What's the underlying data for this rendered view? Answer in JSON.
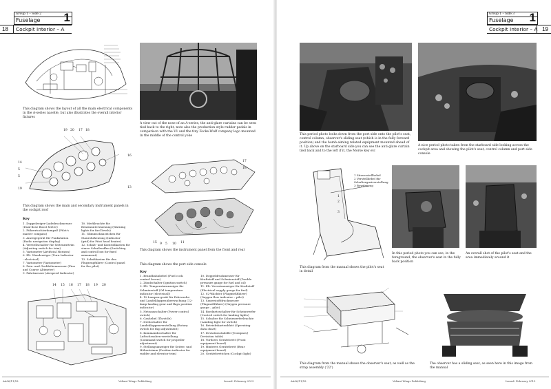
{
  "left": {
    "header": {
      "group": "Group 1 – Side 2",
      "section": "Fuselage",
      "number": "1"
    },
    "page_number": "18",
    "subtitle": "Cockpit Interior – A",
    "captions": {
      "electrical": "This diagram shows the layout of all the main electrical components in the A-series nacelle, but also illustrates the overall interior fixtures",
      "nose_view": "A view out of the nose of an A-series, the anti-glare curtains can be seen tied back to the right, note also the production style rudder pedals in comparison with the V1 and the tiny Focke-Wulf company logo mounted in the middle of the control yoke",
      "instrument_roof": "This diagram shows the main and secondary instrument panels in the cockpit roof",
      "instrument_front": "This diagram shows the instrument panel from the front and rear",
      "port_console": "This diagram shows the port side console"
    },
    "key1": {
      "title": "Key",
      "col1": [
        "1. Doppelzeiger-Ladedruckmesser",
        "   (Dual-dose Boost Meter)",
        "2. Führertochterkompaß (Pilot's",
        "   master compass)",
        "3. Anzeigegerät für Funkstation",
        "   (Radio navigation display)",
        "4. Verstellschalter für Seitenruttrim",
        "   (Adjusting switch for trim)",
        "5. Variometer (Artificial Horizon)",
        "6. Elt. Wendezeiger (Turn Indicator",
        "   - electrical)",
        "7. Variometer (Variometer)",
        "8. Fein- und Grobhöhenmesser (Fine",
        "   and Coarse Altimeter)",
        "9. Fahrtmesser (Airspeed Indicator)"
      ],
      "col2": [
        "10. Merkleuchte für",
        "    Benzinunterwarnung (Warning",
        "    lights for fuel levels)",
        "11. Glimmschauzeichen für",
        "    Staurohrheizung (Indicator",
        "    (grid) for Pitot head heater)",
        "12. Schalt- und Kontrollkasten für",
        "    starre Schußwaffen (Switching",
        "    and control box for fixed",
        "    armament)",
        "13. Schaltkasten für den",
        "    Flugzeugführer (Control panel",
        "    for the pilot)"
      ]
    },
    "key2": {
      "title": "Key",
      "col1": [
        "1. Brandhahnhebel (Fuel cock",
        "   control levers)",
        "2. Zündschalter (Ignition switch)",
        "3. Elt. Temperaturanzeiger für",
        "   Schmierstoff (Oil temperature",
        "   indicator (electrical))",
        "4. 12-Lampen-gerät für Fahrwerks-",
        "   und Landeklappenüberwachung (12-",
        "   lamp landing gear and flaps position",
        "   indicator)",
        "5. Netzausschalter (Power control",
        "   switch)",
        "6. Gashebel (Throttle)",
        "7. Drehschalter für",
        "   Landeklappenverstellung (Rotary",
        "   switch for flap adjustment)",
        "8. Kommandoschalter für",
        "   Luftschrauben-verstellung",
        "   (Command switch for propeller",
        "   adjustment)",
        "9. Stellungsanzeiger für Seiten- und",
        "   Höhentrimm (Position indicator for",
        "   rudder and elevator trim)"
      ],
      "col2": [
        "10. Doppeldruckmesser für",
        "    Kraftstoff und Schmierstoff (Double",
        "    pressure gauge for fuel and oil)",
        "11. Elt. Vorratsanzeiger für Kraftstoff",
        "    (Electrical supply gauge for fuel)",
        "12. 02-Wächter (Flugmeßführer)",
        "    (Oxygen flow indicator – pilot)",
        "13. Sauerstoffdruckmesser",
        "    (Flugmeßführer) (Oxygen pressure",
        "    gauge – pilot)",
        "14. Bordnetzschalter für Scheinwerfer",
        "    (Control switch for landing lights)",
        "15. Schalter für Scheinwerferleuchte",
        "    (Landing light for switch)",
        "16. Betriebskartenblatt (Operating",
        "    data chart)",
        "17. Deviationstabelle ([Compass]",
        "    Deviation table)",
        "18. Vordows Gerätebrett (Front",
        "    equipment board)",
        "19. Hinteres Gerätebrett (Rear",
        "    equipment board)",
        "20. Gerätebrettchen (Cockpit light)"
      ]
    },
    "callouts": {
      "panel_top": [
        "19",
        "20",
        "17",
        "18",
        "16"
      ],
      "panel_side": [
        "14",
        "5",
        "5",
        "19",
        "13"
      ],
      "front_nums": [
        "15",
        "9",
        "5",
        "10",
        "11",
        "17",
        "18"
      ],
      "console_nums": [
        "14",
        "15",
        "16",
        "17",
        "18",
        "19",
        "20"
      ]
    },
    "footer": {
      "left": "AA06/11/18",
      "center": "Valiant Wings Publishing",
      "right": "Issued: February 2013"
    }
  },
  "right": {
    "header": {
      "group": "Group 1 – Side 3",
      "section": "Fuselage",
      "number": "1"
    },
    "page_number": "19",
    "subtitle": "Cockpit Interior – A",
    "captions": {
      "period_port": "This period photo looks down from the port side onto the pilot's seat, control column, observer's sliding seat (which is in the fully forward position) and the bomb-aiming related equipment mounted ahead of it. Up above on the starboard side you can see the anti-glare curtain tied back and to the left if it, the Morse key etc",
      "period_starboard": "A nice period photo taken from the starboard side looking across the cockpit area and showing the pilot's seat, control column and port side console",
      "pilot_seat": "This diagram from the manual shows the pilot's seat in detail",
      "observer_fold": "In this period photo you can see, in the foreground, the observer's seat in the fully back position",
      "pilot_seat_shot": "An overall shot of the pilot's seat and the area immediately around it",
      "observer_seat_diagram": "This diagram from the manual shows the observer's seat, as well as the strap assembly ('22')",
      "observer_sliding": "The observer has a sliding seat, as seen here in this image from the manual"
    },
    "seat_legend": [
      "1 Sitzverstellhebel",
      "2 Verstellhebel für",
      "  Schulterguriverstellung",
      "3 Bowdenzug"
    ],
    "seat_callouts": [
      "1",
      "2",
      "3"
    ],
    "footer": {
      "left": "AA06/11/18",
      "center": "Valiant Wings Publishing",
      "right": "Issued: February 2013"
    }
  }
}
